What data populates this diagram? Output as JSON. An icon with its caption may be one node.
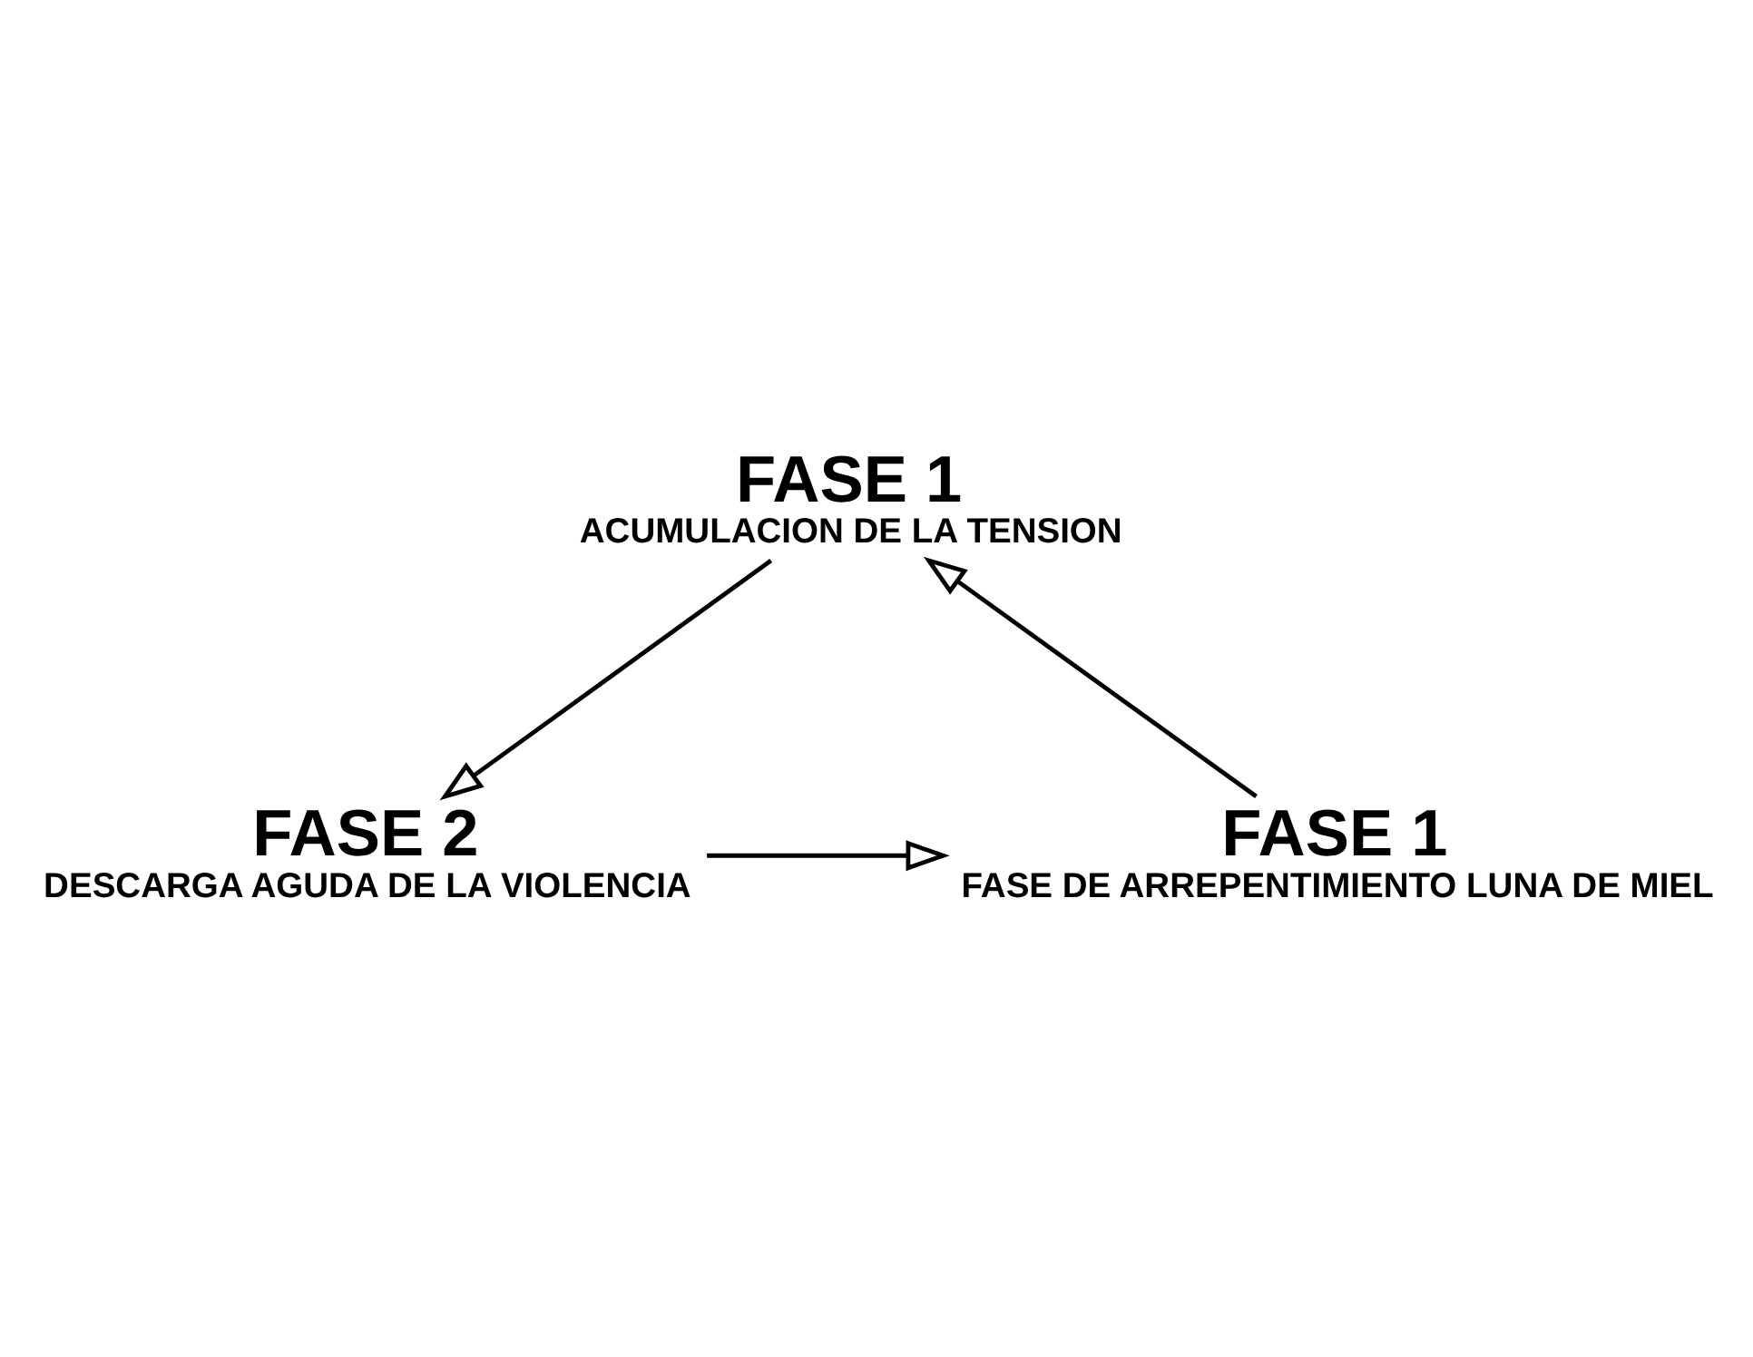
{
  "diagram": {
    "nodes": [
      {
        "text": [
          "FASE 1",
          "ACUMULACION DE LA TENSION"
        ]
      },
      {
        "text": [
          "FASE 2",
          "DESCARGA AGUDA DE LA VIOLENCIA"
        ]
      },
      {
        "text": [
          "FASE 1",
          "FASE DE ARREPENTIMIENTO LUNA DE MIEL"
        ]
      }
    ],
    "edges": [
      {
        "from": 0,
        "to": 1,
        "arrow": "to"
      },
      {
        "from": 1,
        "to": 2,
        "arrow": "to"
      },
      {
        "from": 2,
        "to": 0,
        "arrow": "to"
      }
    ]
  }
}
